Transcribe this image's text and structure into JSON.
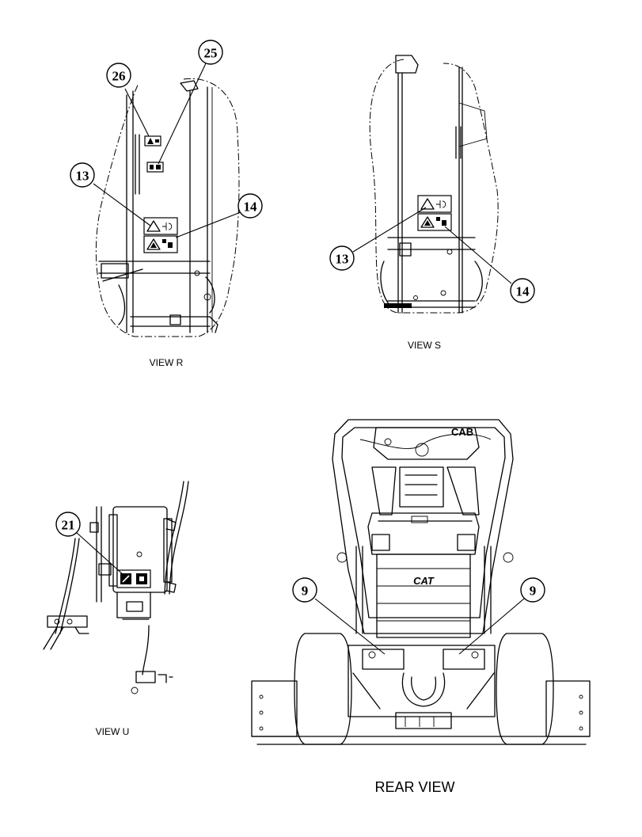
{
  "views": [
    {
      "id": "R",
      "label": "VIEW R"
    },
    {
      "id": "S",
      "label": "VIEW S"
    },
    {
      "id": "U",
      "label": "VIEW U"
    },
    {
      "id": "REAR",
      "label": "REAR VIEW"
    }
  ],
  "callouts": {
    "view_r": [
      "26",
      "25",
      "13",
      "14"
    ],
    "view_s": [
      "13",
      "14"
    ],
    "view_u": [
      "21"
    ],
    "rear": [
      "9",
      "9"
    ]
  },
  "markings": {
    "cab": "CAB",
    "cat_logo": "CAT"
  }
}
